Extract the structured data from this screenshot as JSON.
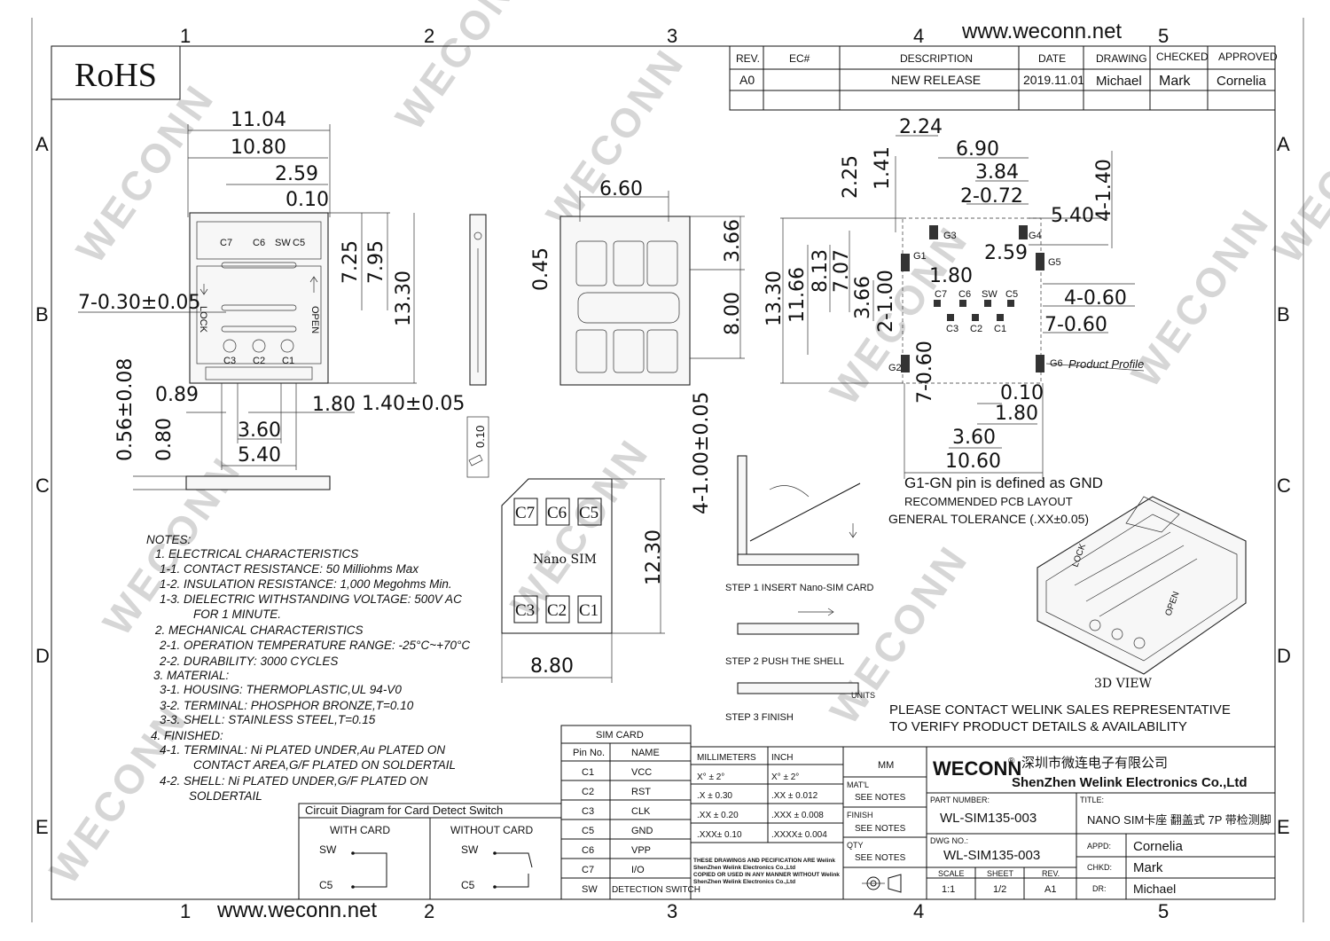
{
  "website": "www.weconn.net",
  "rohs": "RoHS",
  "zones": {
    "cols": [
      "1",
      "2",
      "3",
      "4",
      "5"
    ],
    "rows": [
      "A",
      "B",
      "C",
      "D",
      "E"
    ]
  },
  "watermark": "WECONN",
  "revision": {
    "headers": [
      "REV.",
      "EC#",
      "DESCRIPTION",
      "DATE",
      "DRAWING",
      "CHECKED",
      "APPROVED"
    ],
    "row": [
      "A0",
      "",
      "NEW RELEASE",
      "2019.11.01",
      "Michael",
      "Mark",
      "Cornelia"
    ]
  },
  "top_view": {
    "dims": [
      "11.04",
      "10.80",
      "2.59",
      "0.10",
      "7.25",
      "7.95",
      "13.30",
      "7-0.30±0.05",
      "0.89",
      "1.80",
      "3.60",
      "5.40",
      "0.56±0.08",
      "0.80",
      "1.40±0.05"
    ],
    "pin_labels": [
      "C7",
      "C6",
      "SW",
      "C5",
      "C3",
      "C2",
      "C1"
    ],
    "lock": "LOCK",
    "open": "OPEN"
  },
  "side_view": {
    "dim": "0.10"
  },
  "bottom_view": {
    "dims": [
      "6.60",
      "0.45",
      "3.66",
      "8.00"
    ]
  },
  "pcb": {
    "dims": [
      "2.24",
      "6.90",
      "3.84",
      "2-0.72",
      "5.40",
      "4-1.40",
      "2.25",
      "1.41",
      "13.30",
      "11.66",
      "8.13",
      "7.07",
      "3.66",
      "2-1.00",
      "1.80",
      "2.59",
      "4-0.60",
      "7-0.60",
      "7-0.60",
      "0.10",
      "1.80",
      "3.60",
      "10.60",
      "4-1.00±0.05"
    ],
    "ground_labels": [
      "G3",
      "G4",
      "G1",
      "G5",
      "G2",
      "G6"
    ],
    "pin_labels_top": [
      "C7",
      "C6",
      "SW",
      "C5"
    ],
    "pin_labels_bottom": [
      "C3",
      "C2",
      "C1"
    ],
    "product_profile": "Product Profile",
    "gnd_note": "G1-GN pin is defined as GND",
    "layout_title": "RECOMMENDED PCB LAYOUT",
    "tolerance": "GENERAL TOLERANCE (.XX±0.05)"
  },
  "nano_sim": {
    "label": "Nano SIM",
    "contacts_top": [
      "C7",
      "C6",
      "C5"
    ],
    "contacts_bottom": [
      "C3",
      "C2",
      "C1"
    ],
    "height": "12.30",
    "width": "8.80"
  },
  "steps": [
    "STEP 1 INSERT Nano-SIM CARD",
    "STEP 2    PUSH THE SHELL",
    "STEP 3  FINISH"
  ],
  "units_label": "UNITS",
  "view_3d": "3D VIEW",
  "contact_notice": [
    "PLEASE CONTACT WELINK SALES REPRESENTATIVE",
    "TO VERIFY PRODUCT DETAILS & AVAILABILITY"
  ],
  "notes": [
    "NOTES:",
    "1. ELECTRICAL CHARACTERISTICS",
    "1-1. CONTACT RESISTANCE: 50 Milliohms  Max",
    "1-2. INSULATION RESISTANCE: 1,000 Megohms Min.",
    "1-3. DIELECTRIC WITHSTANDING VOLTAGE: 500V AC",
    "FOR 1 MINUTE.",
    "2. MECHANICAL CHARACTERISTICS",
    "2-1. OPERATION TEMPERATURE RANGE: -25°C~+70°C",
    "2-2. DURABILITY: 3000 CYCLES",
    "3. MATERIAL:",
    "3-1. HOUSING: THERMOPLASTIC,UL 94-V0",
    "3-2. TERMINAL: PHOSPHOR BRONZE,T=0.10",
    "3-3. SHELL: STAINLESS STEEL,T=0.15",
    "4. FINISHED:",
    "4-1. TERMINAL: Ni PLATED UNDER,Au PLATED ON",
    "CONTACT AREA,G/F PLATED ON SOLDERTAIL",
    "4-2. SHELL: Ni PLATED UNDER,G/F PLATED ON",
    "SOLDERTAIL"
  ],
  "circuit": {
    "title": "Circuit Diagram for Card Detect Switch",
    "with_card": "WITH CARD",
    "without_card": "WITHOUT CARD",
    "sw": "SW",
    "c5": "C5"
  },
  "sim_card_table": {
    "title": "SIM CARD",
    "headers": [
      "Pin No.",
      "NAME"
    ],
    "rows": [
      [
        "C1",
        "VCC"
      ],
      [
        "C2",
        "RST"
      ],
      [
        "C3",
        "CLK"
      ],
      [
        "C5",
        "GND"
      ],
      [
        "C6",
        "VPP"
      ],
      [
        "C7",
        "I/O"
      ],
      [
        "SW",
        "DETECTION SWITCH"
      ]
    ]
  },
  "tolerance_table": {
    "headers": [
      "MILLIMETERS",
      "INCH"
    ],
    "rows": [
      [
        "X°  ±  2°",
        "X°  ±  2°"
      ],
      [
        ".X   ± 0.30",
        ".XX   ± 0.012"
      ],
      [
        ".XX  ± 0.20",
        ".XXX  ± 0.008"
      ],
      [
        ".XXX± 0.10",
        ".XXXX± 0.004"
      ]
    ],
    "disclaimer": [
      "THESE DRAWINGS AND PECIFICATION ARE Welink",
      "ShenZhen Welink Electronics Co.,Ltd",
      "COPIED OR USED IN ANY MANNER WITHOUT Welink",
      "ShenZhen Welink Electronics Co.,Ltd"
    ]
  },
  "title_block": {
    "unit": "MM",
    "mat_label": "MAT'L",
    "mat_value": "SEE NOTES",
    "finish_label": "FINISH",
    "finish_value": "SEE NOTES",
    "qty_label": "QTY",
    "qty_value": "SEE NOTES",
    "brand": "WECONN",
    "company_cn": "深圳市微连电子有限公司",
    "company_en": "ShenZhen Welink Electronics Co.,Ltd",
    "part_number_label": "PART NUMBER:",
    "part_number": "WL-SIM135-003",
    "title_label": "TITLE:",
    "title": "NANO SIM卡座 翻盖式 7P 带检测脚",
    "dwg_label": "DWG NO.:",
    "dwg_no": "WL-SIM135-003",
    "scale_label": "SCALE",
    "scale": "1:1",
    "sheet_label": "SHEET",
    "sheet": "1/2",
    "rev_label": "REV.",
    "rev": "A1",
    "appd_label": "APPD:",
    "appd": "Cornelia",
    "chkd_label": "CHKD:",
    "chkd": "Mark",
    "dr_label": "DR:",
    "dr": "Michael"
  }
}
